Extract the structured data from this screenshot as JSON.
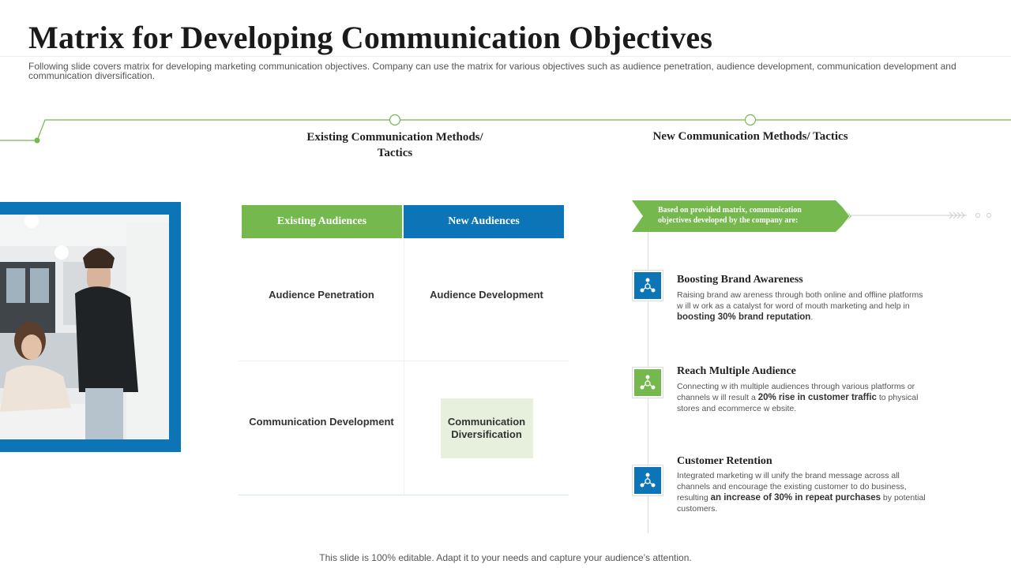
{
  "title": "Matrix for Developing Communication Objectives",
  "subtitle": "Following slide covers matrix for developing marketing communication objectives. Company can use the matrix for various objectives such as audience penetration, audience development, communication development and communication diversification.",
  "columns": {
    "existing_methods": "Existing Communication Methods/ Tactics",
    "new_methods": "New Communication  Methods/ Tactics"
  },
  "matrix": {
    "headers": {
      "existing_audiences": "Existing Audiences",
      "new_audiences": "New Audiences"
    },
    "cells": {
      "audience_penetration": "Audience Penetration",
      "audience_development": "Audience Development",
      "communication_development": "Communication Development",
      "communication_diversification": "Communication Diversification"
    }
  },
  "banner": "Based on provided matrix, communication objectives developed by the company are:",
  "objectives": [
    {
      "icon": "people-network-icon",
      "title": "Boosting Brand Awareness",
      "text_before": "Raising brand aw areness through both online and offline platforms w ill w ork as a catalyst for word of mouth marketing and help in ",
      "text_bold": "boosting 30% brand reputation",
      "text_after": "."
    },
    {
      "icon": "people-network-icon",
      "title": "Reach Multiple Audience",
      "text_before": "Connecting w ith multiple audiences through various platforms or channels w ill result a ",
      "text_bold": "20% rise in customer traffic",
      "text_after": " to physical stores and ecommerce w ebsite."
    },
    {
      "icon": "people-network-icon",
      "title": "Customer Retention",
      "text_before": "Integrated marketing w ill unify the brand message across all channels and encourage the existing customer to do business, resulting ",
      "text_bold": "an increase of 30% in repeat purchases",
      "text_after": " by potential customers."
    }
  ],
  "footer": "This slide is 100% editable. Adapt it to your needs and capture your audience’s attention.",
  "colors": {
    "green": "#74b84e",
    "blue": "#0b75b7",
    "highlight": "#e6f0dc"
  }
}
